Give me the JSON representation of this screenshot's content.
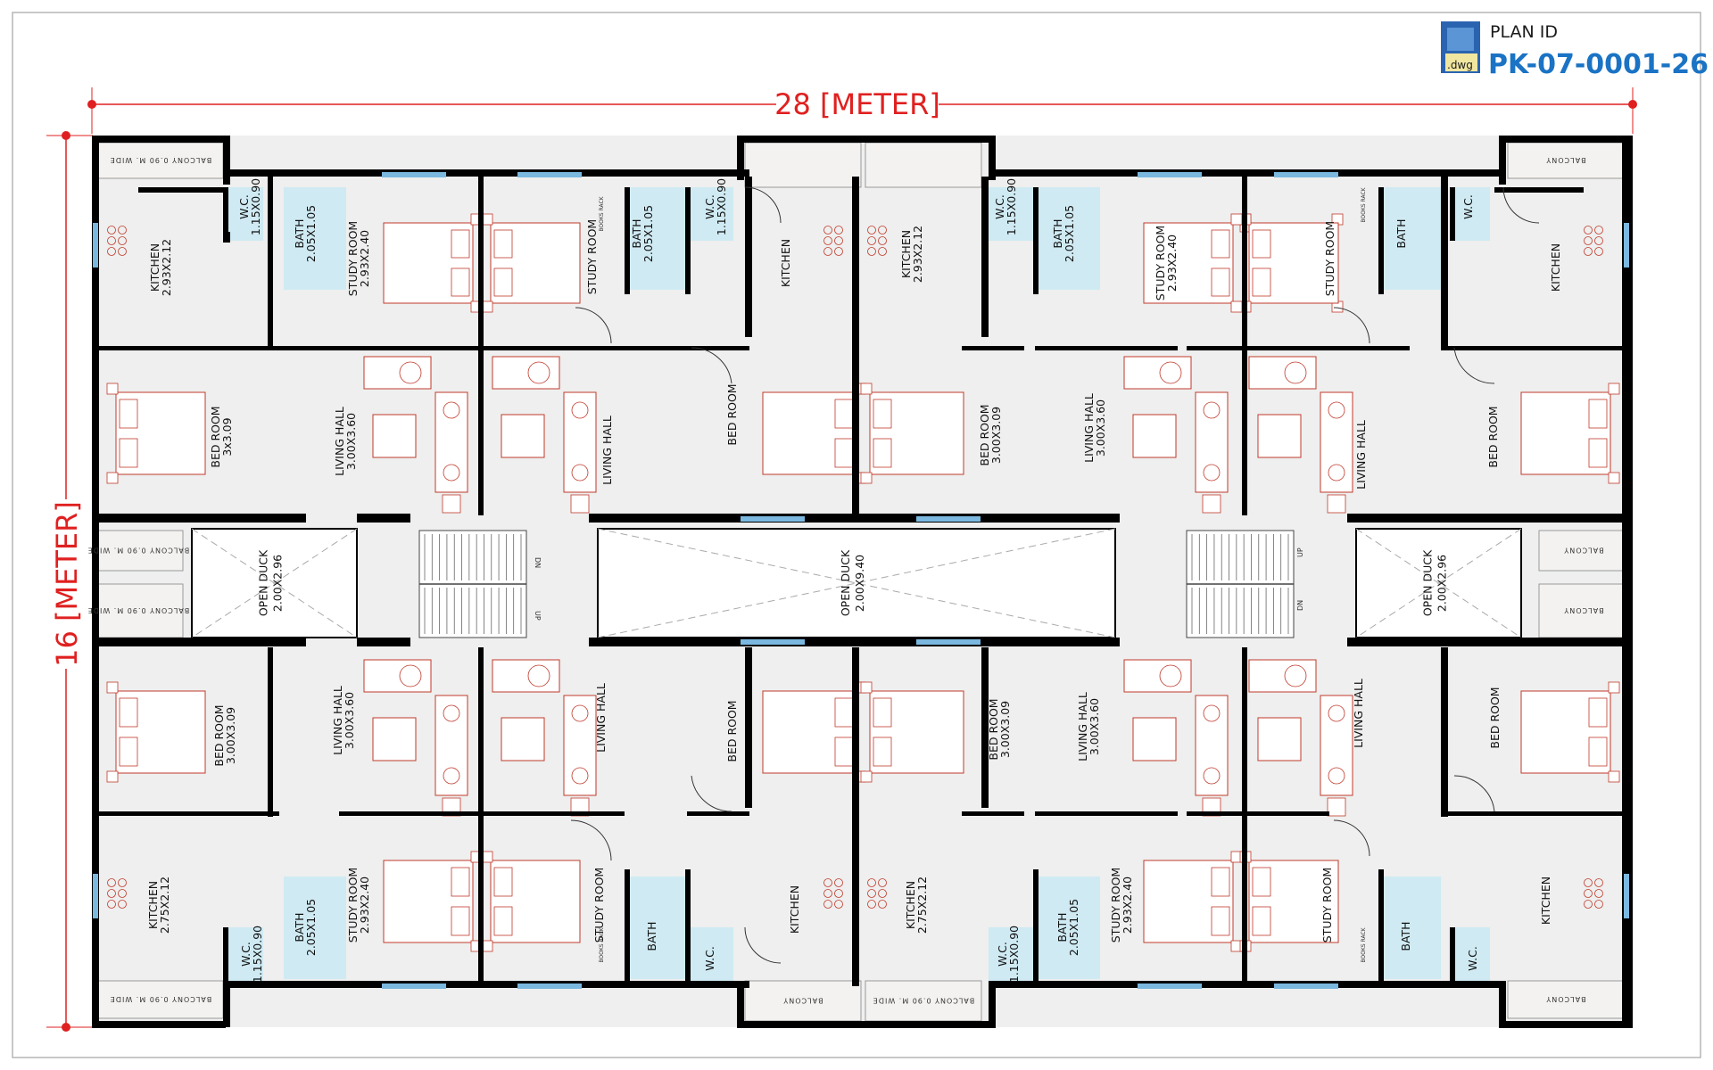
{
  "plan": {
    "plan_id_label": "PLAN ID",
    "plan_id": "PK-07-0001-26",
    "dwg_badge": ".dwg",
    "width_label": "28 [METER]",
    "height_label": "16 [METER]"
  },
  "colors": {
    "wall": "#000000",
    "floor": "#eeefee",
    "wet_room": "#cfeaf3",
    "window": "#7ab8e0",
    "furniture": "#c0392b",
    "dimension": "#e02020",
    "plan_id": "#1a73c4"
  },
  "labels": {
    "kitchen": "KITCHEN",
    "kitchen_293": "2.93X2.12",
    "kitchen_275": "2.75X2.12",
    "wc": "W.C.",
    "wc_dim": "1.15X0.90",
    "bath": "BATH",
    "bath_dim": "2.05X1.05",
    "study": "STUDY ROOM",
    "study_dim": "2.93X2.40",
    "living": "LIVING HALL",
    "living_dim": "3.00X3.60",
    "bed": "BED ROOM",
    "bed_dim_a": "3x3.09",
    "bed_dim_b": "3.00X3.09",
    "open_duck": "OPEN DUCK",
    "open_duck_small": "2.00X2.96",
    "open_duck_big": "2.00X9.40",
    "balcony": "BALCONY",
    "balcony_wide": "BALCONY 0.90 M. WIDE",
    "books_rack": "BOOKS RACK",
    "up": "UP",
    "dn": "DN"
  }
}
